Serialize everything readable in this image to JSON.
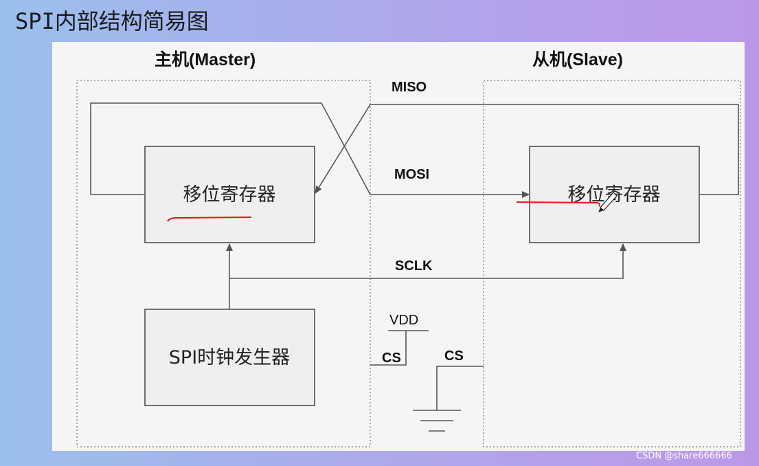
{
  "slide": {
    "title": "SPI内部结构简易图"
  },
  "diagram": {
    "master_header": "主机(Master)",
    "slave_header": "从机(Slave)",
    "master_shift_register": "移位寄存器",
    "slave_shift_register": "移位寄存器",
    "clock_generator": "SPI时钟发生器",
    "signals": {
      "miso": "MISO",
      "mosi": "MOSI",
      "sclk": "SCLK",
      "vdd": "VDD",
      "cs_master": "CS",
      "cs_slave": "CS"
    }
  },
  "watermark": "CSDN @share666666",
  "colors": {
    "annotation": "#e0151b",
    "line": "#555555",
    "box_fill": "#efefef"
  }
}
